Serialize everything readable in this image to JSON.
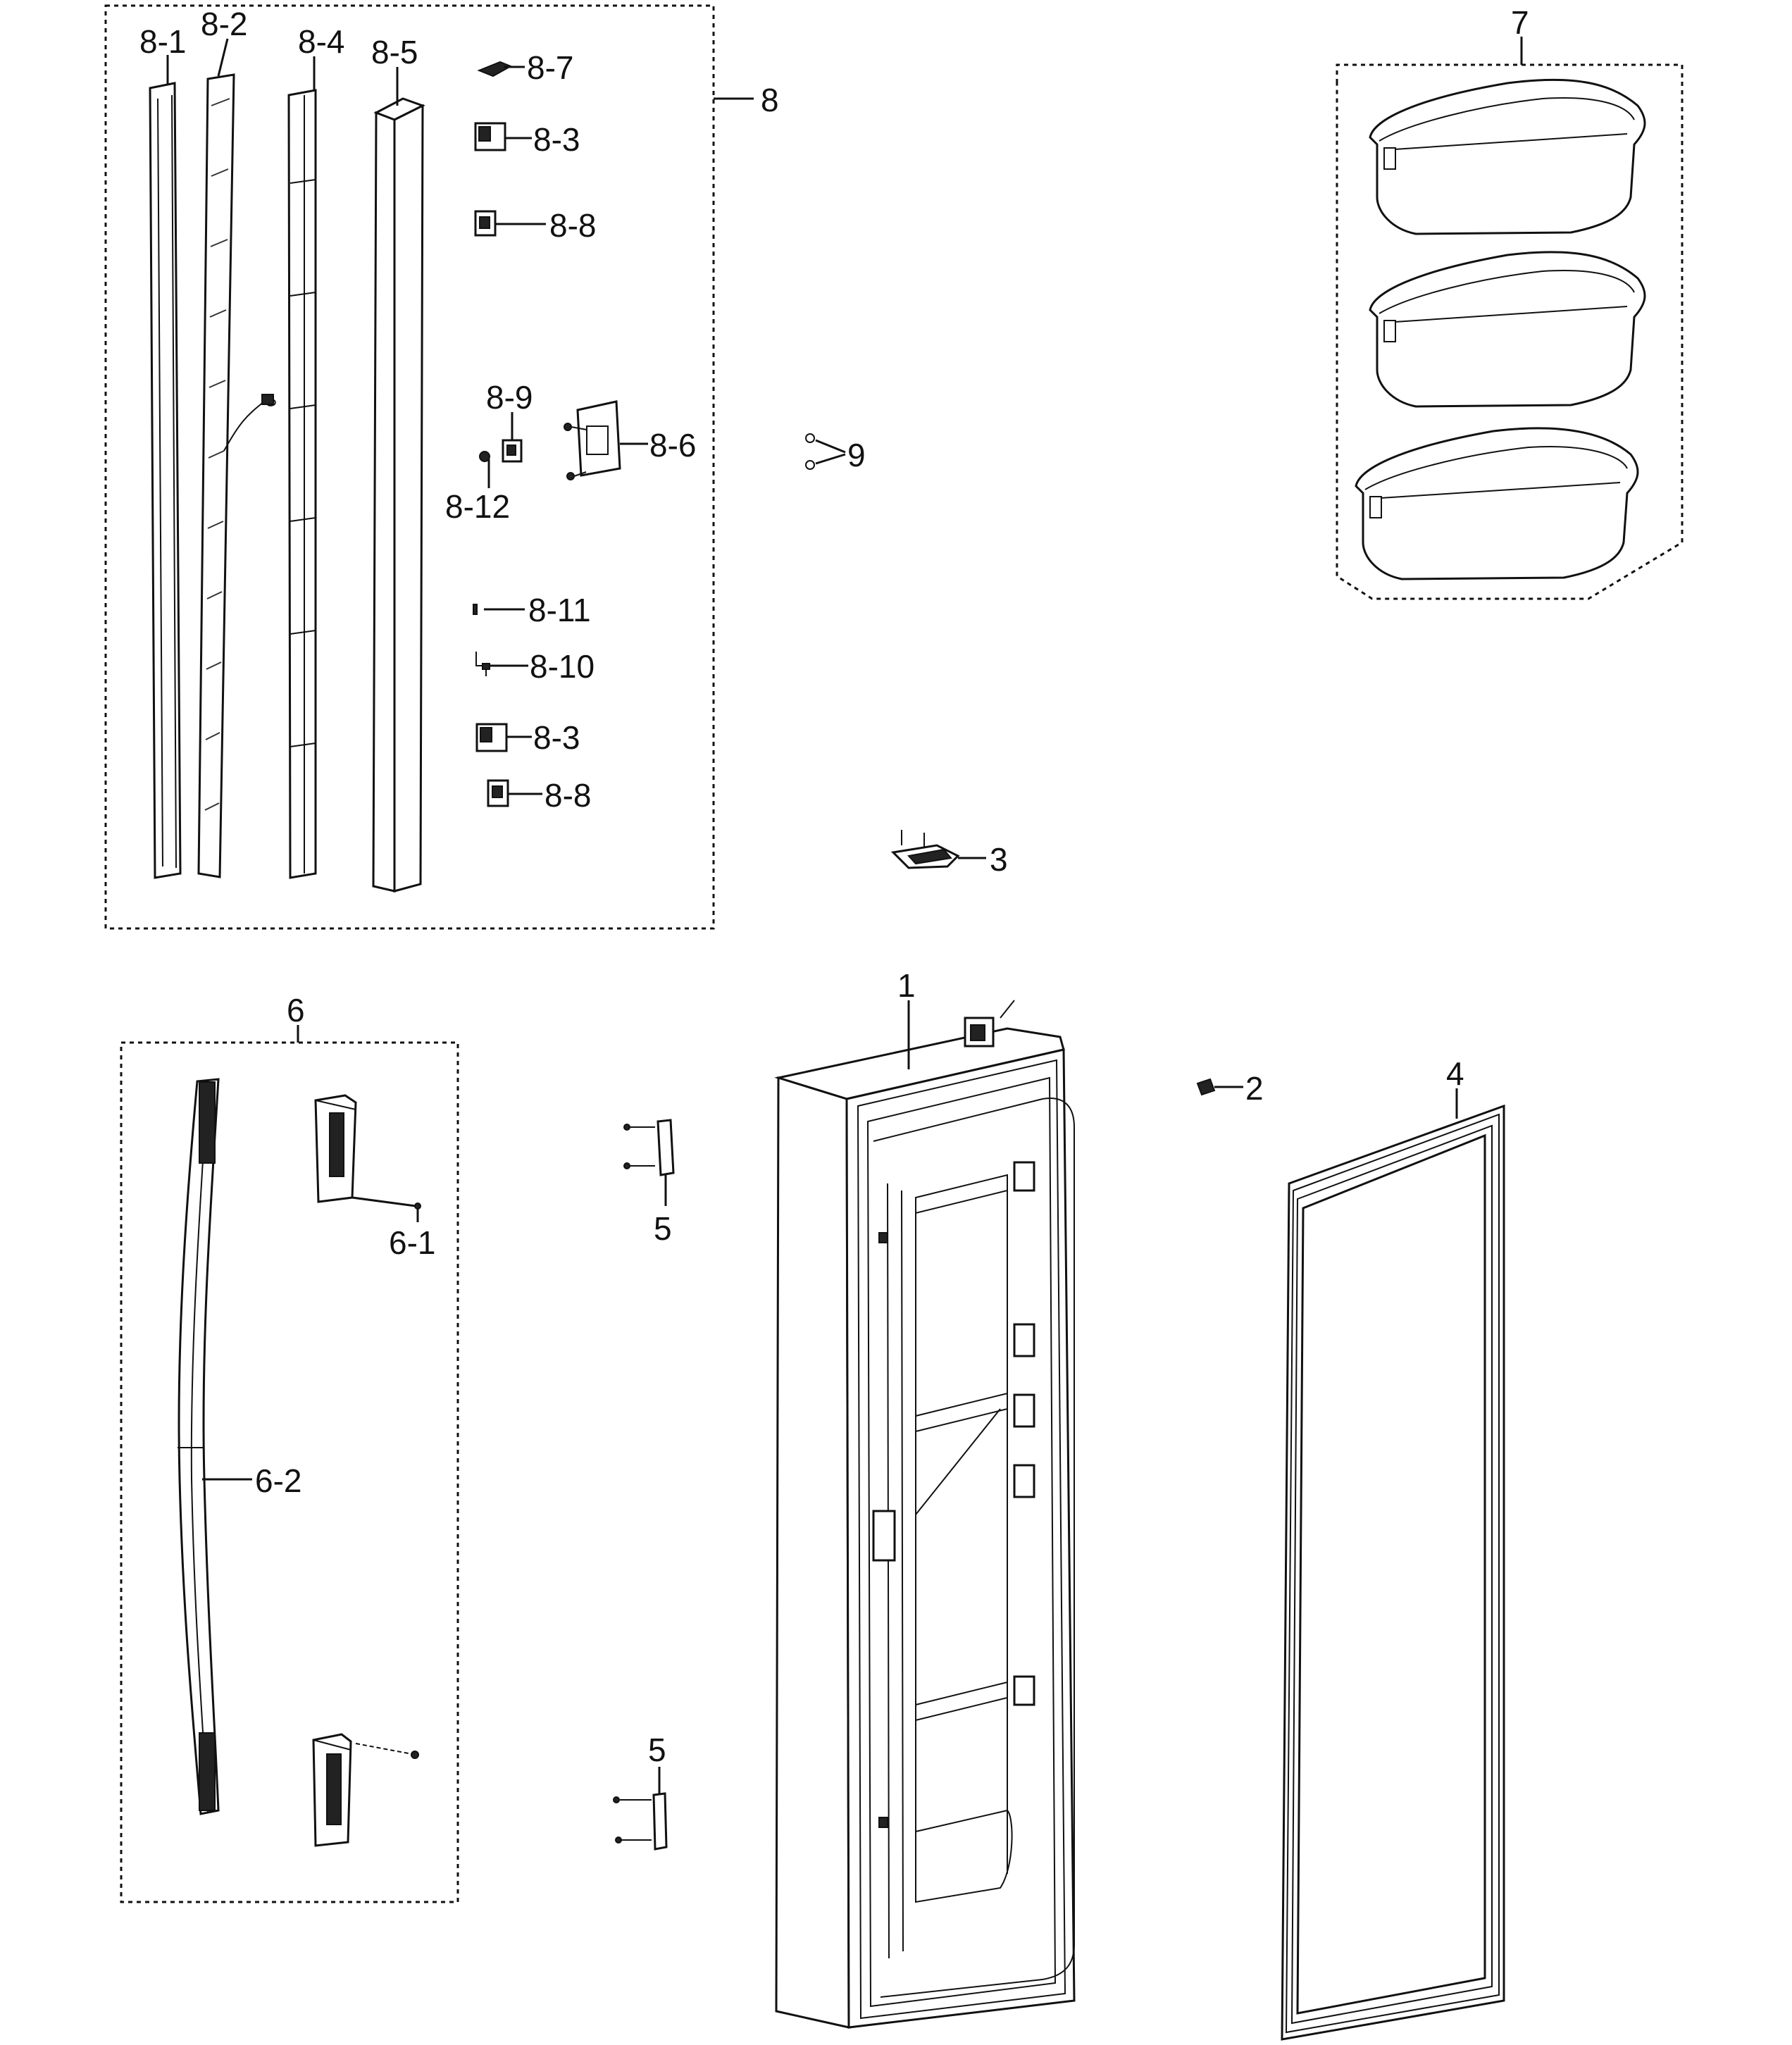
{
  "callouts": {
    "c1": "1",
    "c2": "2",
    "c3": "3",
    "c4": "4",
    "c5a": "5",
    "c5b": "5",
    "c6": "6",
    "c6_1": "6-1",
    "c6_2": "6-2",
    "c7": "7",
    "c8": "8",
    "c8_1": "8-1",
    "c8_2": "8-2",
    "c8_3a": "8-3",
    "c8_3b": "8-3",
    "c8_4": "8-4",
    "c8_5": "8-5",
    "c8_6": "8-6",
    "c8_7": "8-7",
    "c8_8a": "8-8",
    "c8_8b": "8-8",
    "c8_9": "8-9",
    "c8_10": "8-10",
    "c8_11": "8-11",
    "c8_12": "8-12",
    "c9": "9"
  },
  "colors": {
    "ink": "#111111",
    "paper": "#ffffff"
  }
}
